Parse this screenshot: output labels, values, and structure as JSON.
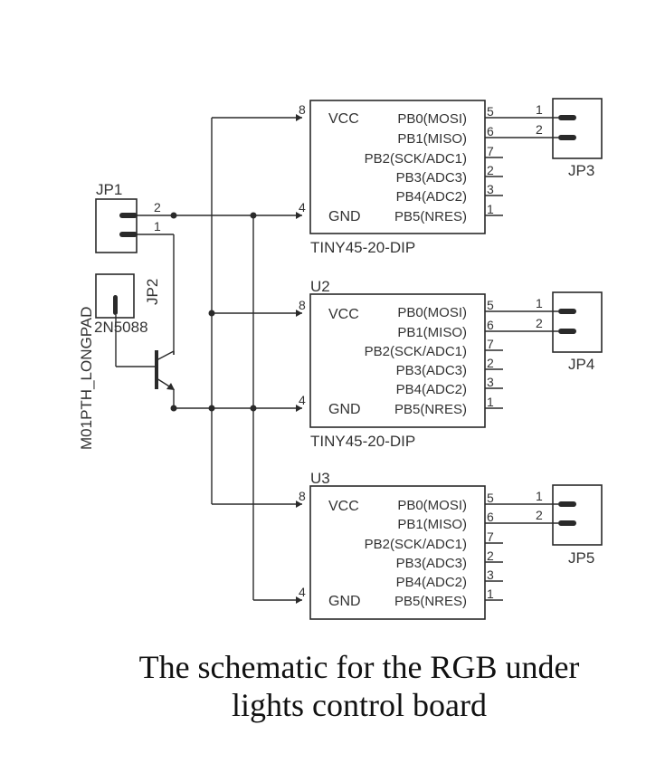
{
  "chips": [
    {
      "ref": "",
      "part": "TINY45-20-DIP"
    },
    {
      "ref": "U2",
      "part": "TINY45-20-DIP"
    },
    {
      "ref": "U3",
      "part": "TINY45-20-DIP"
    }
  ],
  "pin_labels": {
    "vcc": "VCC",
    "gnd": "GND",
    "pb0": "PB0(MOSI)",
    "pb1": "PB1(MISO)",
    "pb2": "PB2(SCK/ADC1)",
    "pb3": "PB3(ADC3)",
    "pb4": "PB4(ADC2)",
    "pb5": "PB5(NRES)",
    "n_vcc": "8",
    "n_gnd": "4",
    "n_pb0": "5",
    "n_pb1": "6",
    "n_pb2": "7",
    "n_pb3": "2",
    "n_pb4": "3",
    "n_pb5": "1"
  },
  "connectors": {
    "jp1": "JP1",
    "jp2": "JP2",
    "jp3": "JP3",
    "jp4": "JP4",
    "jp5": "JP5",
    "pin1": "1",
    "pin2": "2"
  },
  "transistor": "2N5088",
  "jp2_part": "M01PTH_LONGPAD",
  "caption": {
    "line1": "The schematic for the RGB under",
    "line2": "lights control board"
  }
}
